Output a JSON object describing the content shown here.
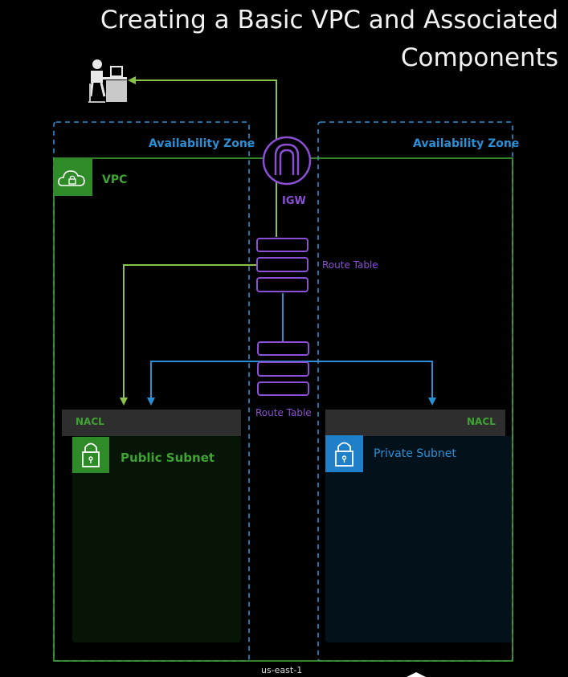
{
  "title": {
    "line1": "Creating a Basic VPC and Associated",
    "line2": "Components"
  },
  "labels": {
    "az_left": "Availability Zone",
    "az_right": "Availability Zone",
    "vpc": "VPC",
    "igw": "IGW",
    "route_table_top": "Route Table",
    "route_table_bottom": "Route Table",
    "nacl_left": "NACL",
    "nacl_right": "NACL",
    "public_subnet": "Public Subnet",
    "private_subnet": "Private Subnet",
    "region": "us-east-1"
  },
  "icons": {
    "user": "user-at-desk-icon",
    "vpc": "cloud-lock-icon",
    "igw": "internet-gateway-icon",
    "route_table": "route-table-icon",
    "subnet": "padlock-icon"
  },
  "colors": {
    "background": "#000000",
    "public_green": "#3fa334",
    "private_blue": "#2b8fd6",
    "gateway_purple": "#8a4fd4",
    "nacl_bar": "#2e2e2e"
  }
}
